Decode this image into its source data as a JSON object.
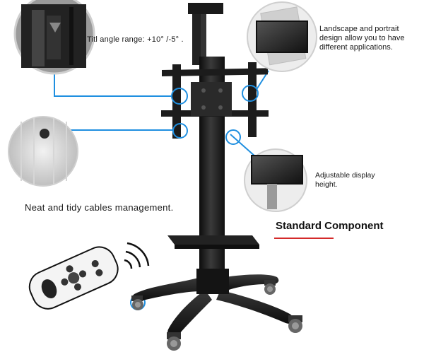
{
  "callouts": {
    "tilt": "Titl  angle  range: +10°  /-5°  .",
    "landscape": [
      "Landscape and portrait",
      "design allow you to have",
      "different applications."
    ],
    "height": [
      "Adjustable display",
      "height."
    ],
    "cables": "Neat and tidy cables management."
  },
  "section": {
    "title": "Standard Component"
  },
  "colors": {
    "callout_line": "#1f8fe0",
    "accent_underline": "#d42a2a",
    "stand": "#1c1c1c"
  },
  "icons": {
    "remote": "remote-control-icon",
    "signal": "wireless-signal-icon"
  }
}
